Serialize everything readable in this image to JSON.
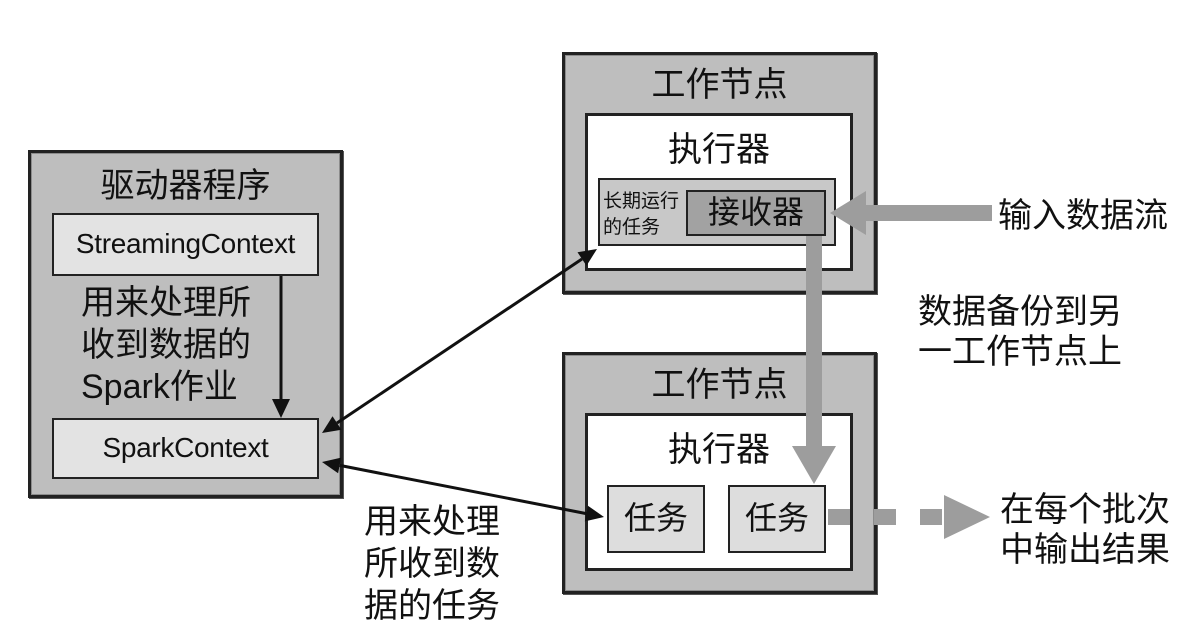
{
  "driver": {
    "title": "驱动器程序",
    "streaming_context": "StreamingContext",
    "spark_job_label": [
      "用来处理所",
      "收到数据的",
      "Spark作业"
    ],
    "spark_context": "SparkContext"
  },
  "worker_top": {
    "title": "工作节点",
    "executor": {
      "title": "执行器",
      "long_running_task_label": [
        "长期运行",
        "的任务"
      ],
      "receiver": "接收器"
    }
  },
  "worker_bottom": {
    "title": "工作节点",
    "executor": {
      "title": "执行器",
      "tasks": [
        "任务",
        "任务"
      ]
    }
  },
  "labels": {
    "input_stream": "输入数据流",
    "replication": [
      "数据备份到另",
      "一工作节点上"
    ],
    "output": [
      "在每个批次",
      "中输出结果"
    ],
    "tasks_description": [
      "用来处理",
      "所收到数",
      "据的任务"
    ]
  },
  "colors": {
    "node_fill": "#bebebe",
    "context_fill": "#e3e3e3",
    "executor_fill": "#ffffff",
    "long_task_fill": "#c8c8c8",
    "receiver_fill": "#a2a2a2",
    "task_fill": "#dddddd",
    "border": "#222222",
    "gray_arrow": "#9d9d9d",
    "black_arrow": "#111111",
    "text": "#111111"
  }
}
